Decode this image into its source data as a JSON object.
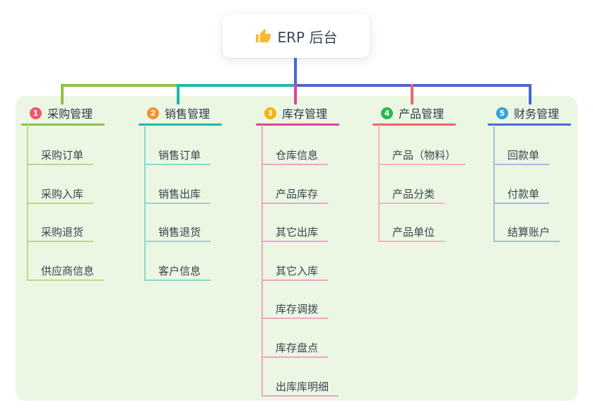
{
  "root": {
    "title": "ERP 后台",
    "icon": "thumbs-up-icon"
  },
  "colors": {
    "canvas_bg": "#ffffff",
    "panel_bg": "#ebf7e2",
    "root_text": "#3d4756",
    "root_connector": "#4a67d5",
    "header_text": "#2e3947",
    "item_text": "#3a4350",
    "badge_text": "#ffffff",
    "thumb_icon": "#f7bb2f"
  },
  "branches": [
    {
      "num": "1",
      "label": "采购管理",
      "badge_color": "#f4556a",
      "line_color": "#8fc045",
      "sub_line_color": "#b7da8c",
      "children": [
        "采购订单",
        "采购入库",
        "采购退货",
        "供应商信息"
      ]
    },
    {
      "num": "2",
      "label": "销售管理",
      "badge_color": "#f68f33",
      "line_color": "#1eb8ac",
      "sub_line_color": "#8ed8cd",
      "children": [
        "销售订单",
        "销售出库",
        "销售退货",
        "客户信息"
      ]
    },
    {
      "num": "3",
      "label": "库存管理",
      "badge_color": "#f6b20b",
      "line_color": "#df439d",
      "sub_line_color": "#efa3cd",
      "children": [
        "仓库信息",
        "产品库存",
        "其它出库",
        "其它入库",
        "库存调拨",
        "库存盘点",
        "出库库明细"
      ]
    },
    {
      "num": "4",
      "label": "产品管理",
      "badge_color": "#2cb853",
      "line_color": "#f4606c",
      "sub_line_color": "#f8b3b8",
      "children": [
        "产品（物料）",
        "产品分类",
        "产品单位"
      ]
    },
    {
      "num": "5",
      "label": "财务管理",
      "badge_color": "#33a3dc",
      "line_color": "#4a67d5",
      "sub_line_color": "#a9bcdf",
      "children": [
        "回款单",
        "付款单",
        "结算账户"
      ]
    }
  ]
}
